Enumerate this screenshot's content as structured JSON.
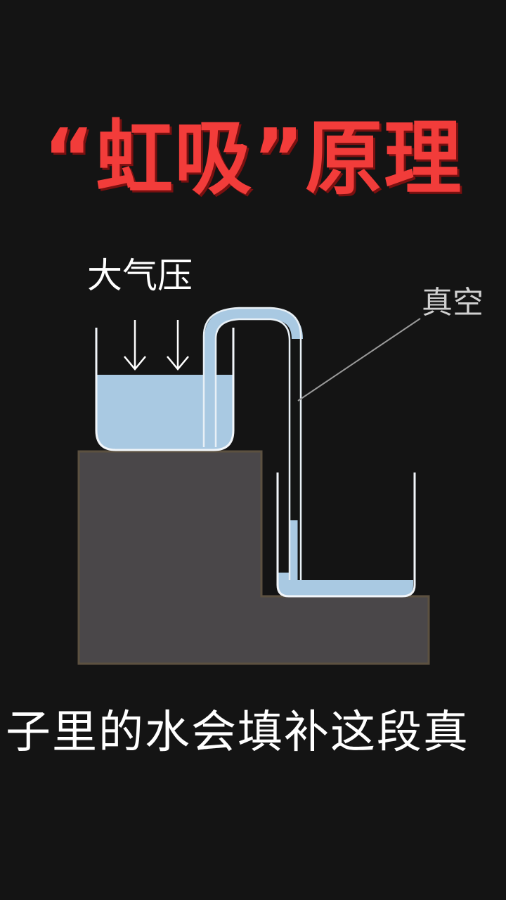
{
  "title": "“虹吸”原理",
  "diagram": {
    "pressure_label": "大气压",
    "vacuum_label": "真空",
    "colors": {
      "water": "#a9c9e2",
      "block": "#4a4749",
      "title": "#f23c3a",
      "background": "#141414"
    }
  },
  "caption": "子里的水会填补这段真"
}
